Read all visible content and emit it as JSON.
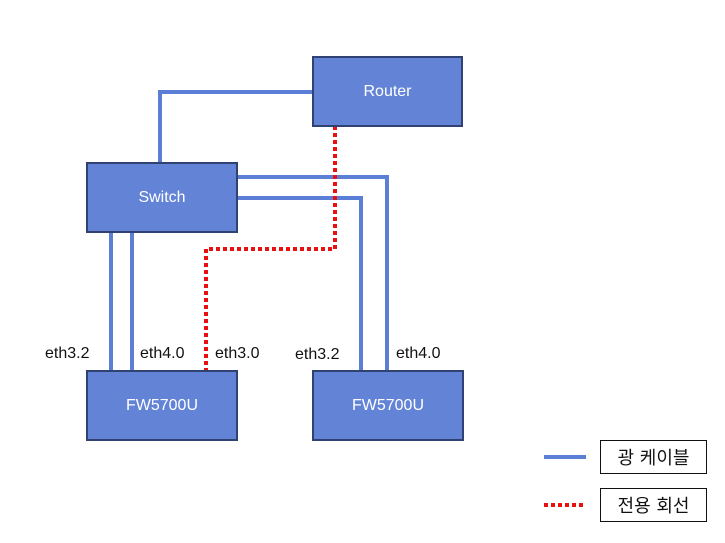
{
  "nodes": {
    "router": "Router",
    "switch": "Switch",
    "fw_left": "FW5700U",
    "fw_right": "FW5700U"
  },
  "ports": {
    "left_eth32": "eth3.2",
    "left_eth40": "eth4.0",
    "left_eth30": "eth3.0",
    "right_eth32": "eth3.2",
    "right_eth40": "eth4.0"
  },
  "legend": {
    "fiber": {
      "label": "광 케이블",
      "color": "#5b7fd6",
      "style": "solid"
    },
    "leased": {
      "label": "전용 회선",
      "color": "#e81010",
      "style": "dotted"
    }
  },
  "colors": {
    "node_fill": "#6283d6",
    "node_border": "#2f4272"
  }
}
